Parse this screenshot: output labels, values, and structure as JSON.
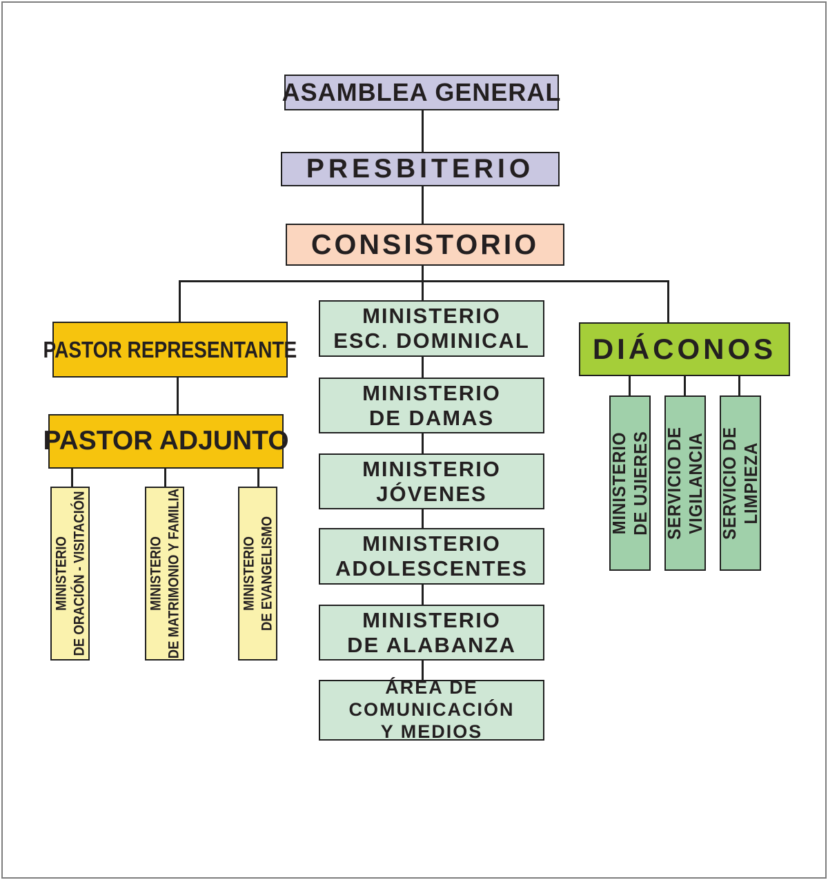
{
  "colors": {
    "lavender": "#c9c7e1",
    "peach": "#fbd6bf",
    "gold": "#f6c40e",
    "pale_yellow": "#faf2ad",
    "light_green": "#cfe7d5",
    "yellow_green": "#a5ce39",
    "medium_green": "#a0d0aa",
    "connector": "#1f1f1f",
    "frame": "#7d7d7d",
    "text": "#231f20"
  },
  "org": {
    "top_chain": [
      {
        "label": "ASAMBLEA GENERAL",
        "bg": "#c9c7e1"
      },
      {
        "label": "PRESBITERIO",
        "bg": "#c9c7e1"
      },
      {
        "label": "CONSISTORIO",
        "bg": "#fbd6bf"
      }
    ],
    "left_branch": {
      "head": {
        "label": "PASTOR REPRESENTANTE",
        "bg": "#f6c40e"
      },
      "deputy": {
        "label": "PASTOR ADJUNTO",
        "bg": "#f6c40e"
      },
      "ministries": [
        {
          "line1": "MINISTERIO",
          "line2": "DE ORACIÓN - VISITACIÓN",
          "bg": "#faf2ad"
        },
        {
          "line1": "MINISTERIO",
          "line2": "DE MATRIMONIO Y FAMILIA",
          "bg": "#faf2ad"
        },
        {
          "line1": "MINISTERIO",
          "line2": "DE EVANGELISMO",
          "bg": "#faf2ad"
        }
      ]
    },
    "center_branch": {
      "bg": "#cfe7d5",
      "ministries": [
        {
          "line1": "MINISTERIO",
          "line2": "ESC. DOMINICAL"
        },
        {
          "line1": "MINISTERIO",
          "line2": "DE DAMAS"
        },
        {
          "line1": "MINISTERIO",
          "line2": "JÓVENES"
        },
        {
          "line1": "MINISTERIO",
          "line2": "ADOLESCENTES"
        },
        {
          "line1": "MINISTERIO",
          "line2": "DE ALABANZA"
        },
        {
          "line1": "ÁREA DE",
          "line2": "COMUNICACIÓN",
          "line3": "Y MEDIOS"
        }
      ]
    },
    "right_branch": {
      "head": {
        "label": "DIÁCONOS",
        "bg": "#a5ce39"
      },
      "ministries": [
        {
          "line1": "MINISTERIO",
          "line2": "DE UJIERES",
          "bg": "#a0d0aa"
        },
        {
          "line1": "SERVICIO DE",
          "line2": "VIGILANCIA",
          "bg": "#a0d0aa"
        },
        {
          "line1": "SERVICIO DE",
          "line2": "LIMPIEZA",
          "bg": "#a0d0aa"
        }
      ]
    }
  }
}
